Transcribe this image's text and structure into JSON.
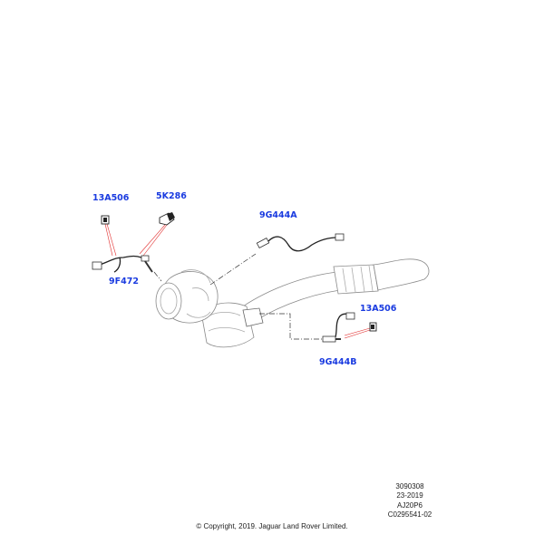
{
  "callouts": {
    "c1": "13A506",
    "c2": "5K286",
    "c3": "9G444A",
    "c4": "9F472",
    "c5": "13A506",
    "c6": "9G444B"
  },
  "info": {
    "line1": "3090308",
    "line2": "23-2019",
    "line3": "AJ20P6",
    "line4": "C0295541-02"
  },
  "copyright": "© Copyright, 2019. Jaguar Land Rover Limited.",
  "colors": {
    "callout": "#1a3be0",
    "leader": "#e23030",
    "line": "#333333",
    "part_outline": "#8a8a8a"
  }
}
